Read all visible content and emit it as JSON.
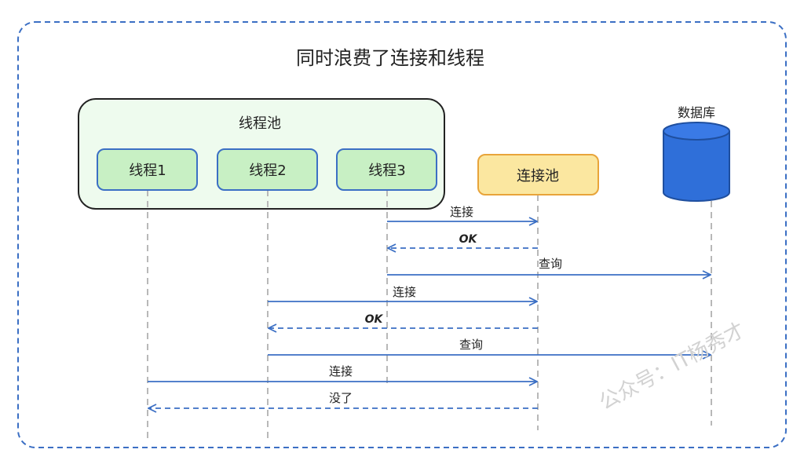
{
  "title": "同时浪费了连接和线程",
  "thread_pool": {
    "label": "线程池",
    "threads": [
      "线程1",
      "线程2",
      "线程3"
    ]
  },
  "connection_pool": {
    "label": "连接池"
  },
  "database": {
    "label": "数据库"
  },
  "messages": {
    "t3_connect": "连接",
    "t3_ok": "OK",
    "t3_query": "查询",
    "t2_connect": "连接",
    "t2_ok": "OK",
    "t2_query": "查询",
    "t1_connect": "连接",
    "t1_none": "没了"
  },
  "watermark": "公众号：IT杨秀才",
  "colors": {
    "arrow": "#3b6fc4",
    "frame": "#3b6fc4",
    "thread_fill": "#c8f0c4",
    "pool_fill": "#eefbee",
    "conn_fill": "#fbe7a0",
    "conn_border": "#e8a43a",
    "db_fill": "#2f6fd9",
    "lifeline": "#b8b8b8"
  }
}
